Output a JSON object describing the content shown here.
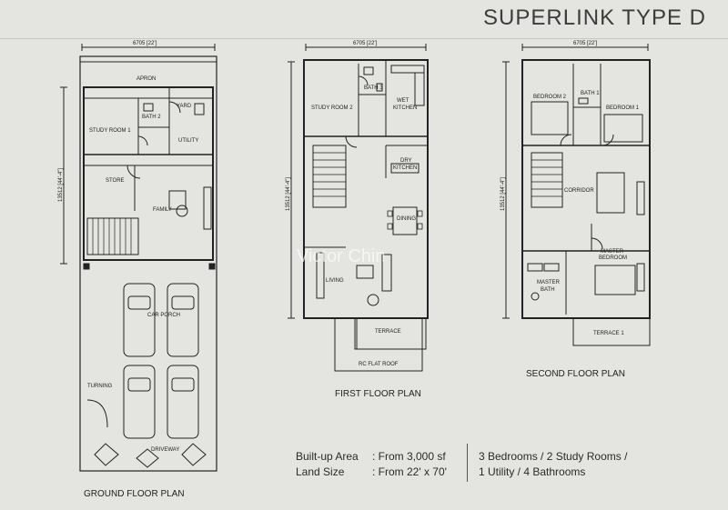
{
  "title": "SUPERLINK TYPE D",
  "watermark": "Victor Chin",
  "dimensions": {
    "width": "6705 [22']",
    "depth": "13512 [44'-4\"]"
  },
  "plans": {
    "ground": {
      "caption": "GROUND FLOOR PLAN",
      "rooms": {
        "apron": "APRON",
        "bath": "BATH 2",
        "yard": "YARD",
        "study": "STUDY ROOM 1",
        "utility": "UTILITY",
        "store": "STORE",
        "family": "FAMILY",
        "car_porch": "CAR PORCH",
        "turning": "TURNING",
        "driveway": "DRIVEWAY"
      }
    },
    "first": {
      "caption": "FIRST FLOOR PLAN",
      "rooms": {
        "study": "STUDY ROOM 2",
        "bath": "BATH 3",
        "wet_kitchen_1": "WET",
        "wet_kitchen_2": "KITCHEN",
        "dry_kitchen_1": "DRY",
        "dry_kitchen_2": "KITCHEN",
        "dining": "DINING",
        "living": "LIVING",
        "terrace": "TERRACE",
        "flat_roof": "RC FLAT ROOF"
      }
    },
    "second": {
      "caption": "SECOND FLOOR PLAN",
      "rooms": {
        "bedroom2": "BEDROOM 2",
        "bath1": "BATH 1",
        "bedroom1": "BEDROOM 1",
        "corridor": "CORRIDOR",
        "master_bedroom_1": "MASTER",
        "master_bedroom_2": "BEDROOM",
        "master_bath_1": "MASTER",
        "master_bath_2": "BATH",
        "terrace": "TERRACE 1"
      }
    }
  },
  "specs": {
    "built_up_label": "Built-up Area",
    "built_up_value": ": From 3,000 sf",
    "land_label": "Land Size",
    "land_value": ": From 22' x 70'",
    "rooms_line1": "3 Bedrooms / 2 Study Rooms /",
    "rooms_line2": "1 Utility / 4 Bathrooms"
  }
}
